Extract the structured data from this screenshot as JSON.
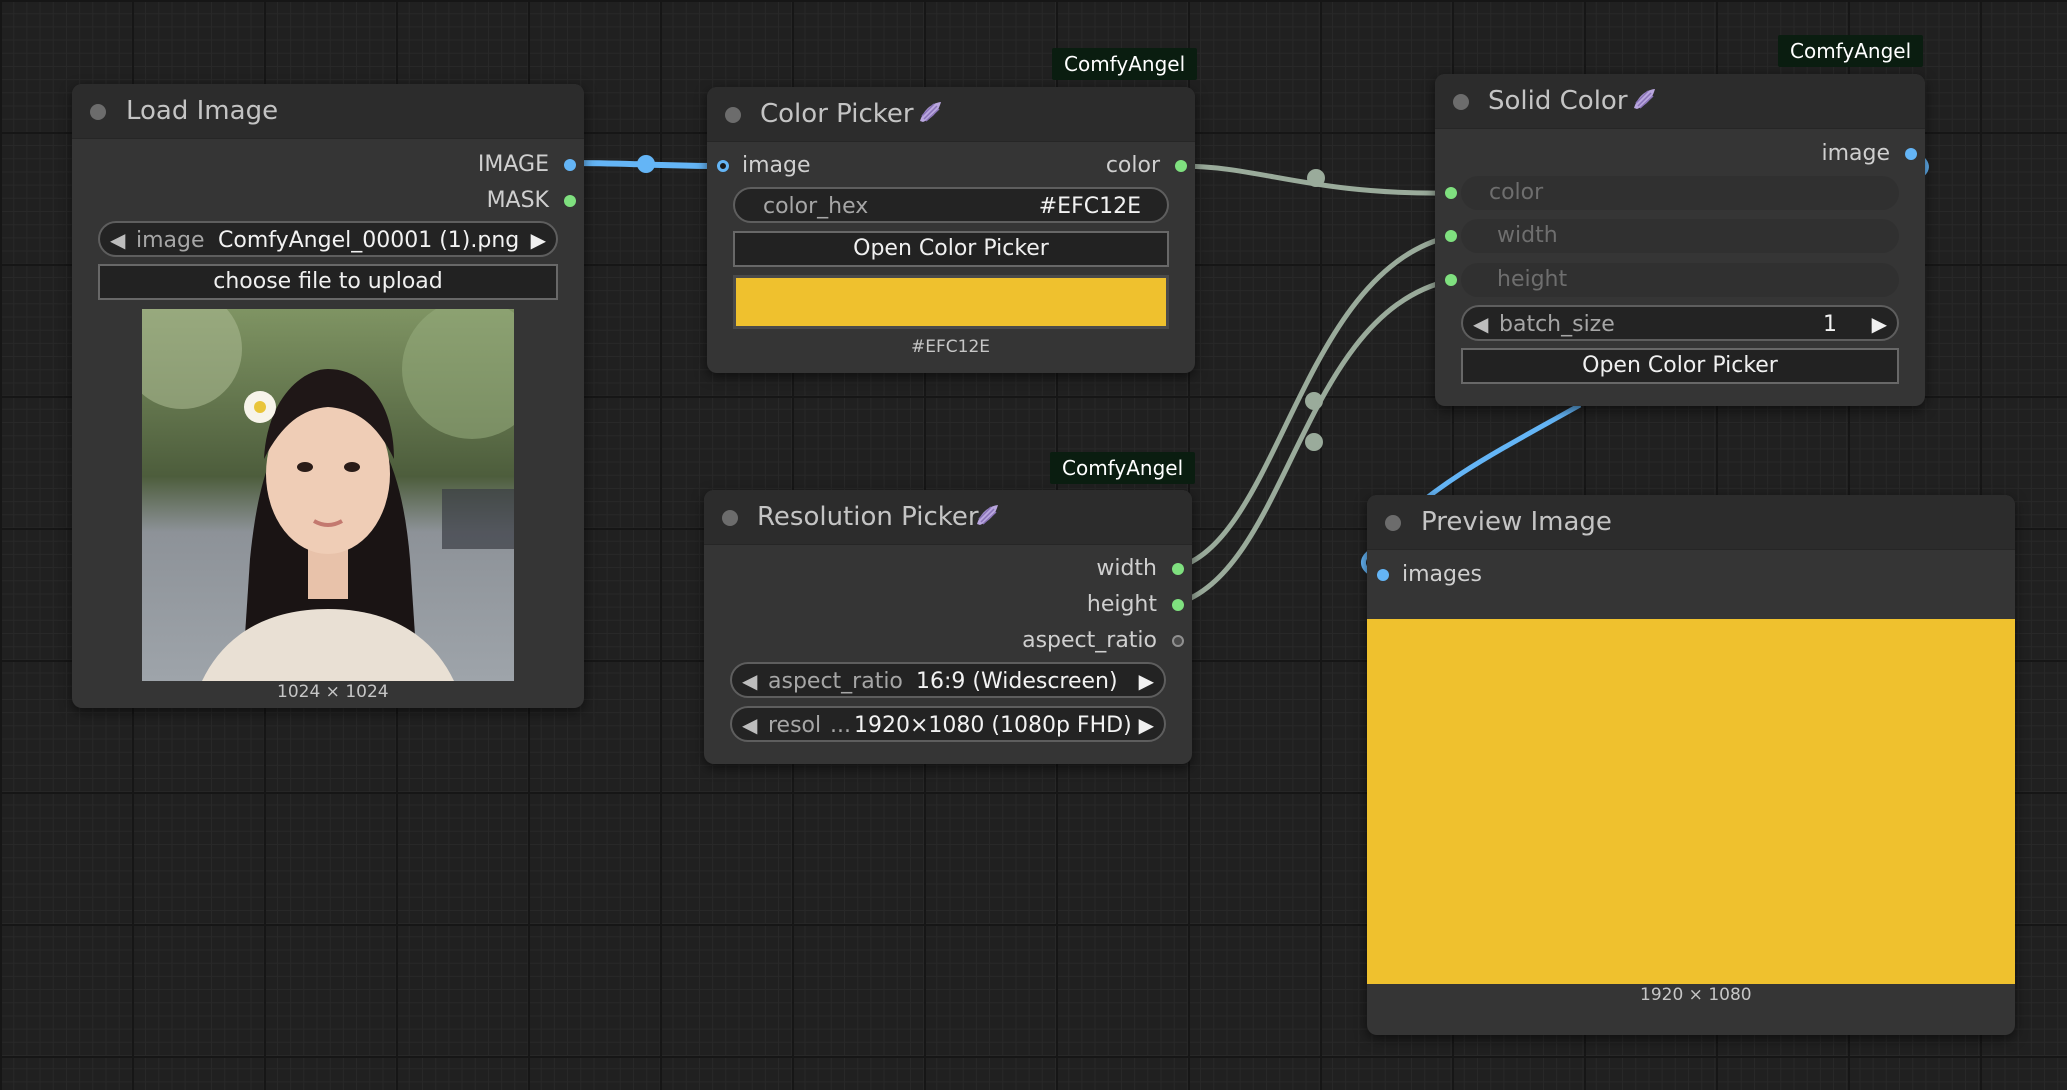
{
  "colors": {
    "picked_color": "#EFC12E",
    "slot_image": "#64b5f6",
    "slot_number": "#7fe07f",
    "wire_image": "#64b5f6",
    "wire_color": "#9aab9b",
    "badge_background": "#0a1d10",
    "node_background": "#353535",
    "canvas_background": "#202020"
  },
  "load_image": {
    "title": "Load Image",
    "outputs": {
      "image": "IMAGE",
      "mask": "MASK"
    },
    "image_widget": {
      "label": "image",
      "value": "ComfyAngel_00001 (1).png"
    },
    "upload_button": "choose file to upload",
    "dimensions": "1024 × 1024"
  },
  "color_picker": {
    "badge": "ComfyAngel",
    "title": "Color Picker",
    "input": "image",
    "output": "color",
    "color_hex_widget": {
      "label": "color_hex",
      "value": "#EFC12E"
    },
    "open_button": "Open Color Picker",
    "swatch_caption": "#EFC12E"
  },
  "resolution_picker": {
    "badge": "ComfyAngel",
    "title": "Resolution Picker",
    "outputs": {
      "width": "width",
      "height": "height",
      "aspect_ratio": "aspect_ratio"
    },
    "aspect_widget": {
      "label": "aspect_ratio",
      "value": "16:9 (Widescreen)"
    },
    "resol_widget": {
      "label": "resol",
      "ellipsis": "...",
      "value": "1920×1080 (1080p FHD)"
    }
  },
  "solid_color": {
    "badge": "ComfyAngel",
    "title": "Solid Color",
    "output": "image",
    "inputs": {
      "color": "color",
      "width": "width",
      "height": "height"
    },
    "batch_widget": {
      "label": "batch_size",
      "value": "1"
    },
    "open_button": "Open Color Picker"
  },
  "preview_image": {
    "title": "Preview Image",
    "input": "images",
    "dimensions": "1920 × 1080"
  },
  "icons": {
    "node_status": "circle-dot-icon",
    "comfyangel_logo": "angel-wing-icon",
    "combo_prev": "triangle-left-icon",
    "combo_next": "triangle-right-icon"
  }
}
